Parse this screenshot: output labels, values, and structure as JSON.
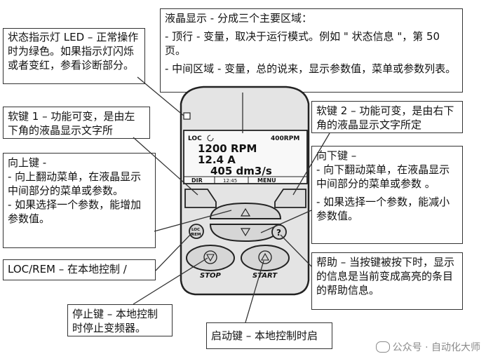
{
  "callouts": {
    "status_led": "状态指示灯 LED – 正常操作时为绿色。如果指示灯闪烁或者变红，参看诊断部分。",
    "lcd_title": "液晶显示 - 分成三个主要区域：",
    "lcd_line1": "- 顶行 - 变量，取决于运行模式。例如 \" 状态信息 \"，第 50 页。",
    "lcd_line2": "- 中间区域 - 变量，总的说来，显示参数值，菜单或参数列表。",
    "soft1": "软键 1 – 功能可变，是由左下角的液晶显示文字所",
    "soft2": "软键 2 – 功能可变，是由右下角的液晶显示文字所定",
    "up_title": "向上键 -",
    "up_line1": "- 向上翻动菜单，在液晶显示中间部分的菜单或参数。",
    "up_line2": "- 如果选择一个参数，能增加参数值。",
    "down_title": "向下键 –",
    "down_line1": "- 向下翻动菜单，在液晶显示中间部分的菜单或参数 。",
    "down_line2": "- 如果选择一个参数，能减小参数值。",
    "locrem": "LOC/REM – 在本地控制 /",
    "help": "帮助 – 当按键被按下时，显示的信息是当前变成高亮的条目的帮助信息。",
    "stop": "停止键 – 本地控制时停止变频器。",
    "start": "启动键 – 本地控制时启"
  },
  "panel": {
    "lcd_mode": "LOC",
    "lcd_speed_ref": "400RPM",
    "lcd_value1": "1200 RPM",
    "lcd_value2": "12.4 A",
    "lcd_value3": "405 dm3/s",
    "soft1_label": "DIR",
    "clock": "12:45",
    "soft2_label": "MENU",
    "locrem_label_top": "LOC",
    "locrem_label_bottom": "REM",
    "help_label": "?",
    "stop_label": "STOP",
    "start_label": "START"
  },
  "watermark": "公众号 · 自动化大师"
}
